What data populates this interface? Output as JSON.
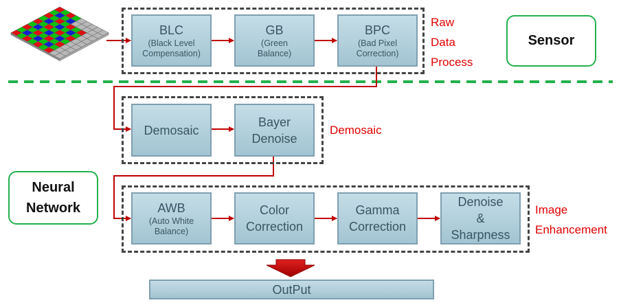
{
  "raw_group": {
    "label": [
      "Raw",
      "Data",
      "Process"
    ],
    "blocks": [
      {
        "title": "BLC",
        "sub": [
          "(Black Level",
          "Compensation)"
        ]
      },
      {
        "title": "GB",
        "sub": [
          "(Green",
          "Balance)"
        ]
      },
      {
        "title": "BPC",
        "sub": [
          "(Bad Pixel",
          "Correction)"
        ]
      }
    ]
  },
  "demosaic_group": {
    "label": "Demosaic",
    "blocks": [
      {
        "title": [
          "Demosaic"
        ]
      },
      {
        "title": [
          "Bayer",
          "Denoise"
        ]
      }
    ]
  },
  "enhance_group": {
    "label": [
      "Image",
      "Enhancement"
    ],
    "blocks": [
      {
        "title": [
          "AWB"
        ],
        "sub": [
          "(Auto White",
          "Balance)"
        ]
      },
      {
        "title": [
          "Color",
          "Correction"
        ]
      },
      {
        "title": [
          "Gamma",
          "Correction"
        ]
      },
      {
        "title": [
          "Denoise",
          "&",
          "Sharpness"
        ]
      }
    ]
  },
  "sensor_label": "Sensor",
  "neural_label": [
    "Neural",
    "Network"
  ],
  "output_label": "OutPut",
  "colors": {
    "arrow": "#c00000",
    "divider": "#22b14c",
    "label_red": "#e00000",
    "box_border": "#7f9fb0",
    "bayer_red": "#e01010",
    "bayer_green": "#10c010",
    "bayer_blue": "#1020d0"
  },
  "icons": {
    "bayer_sensor": "bayer-filter-grid-icon",
    "down_arrow": "down-arrow-icon"
  }
}
